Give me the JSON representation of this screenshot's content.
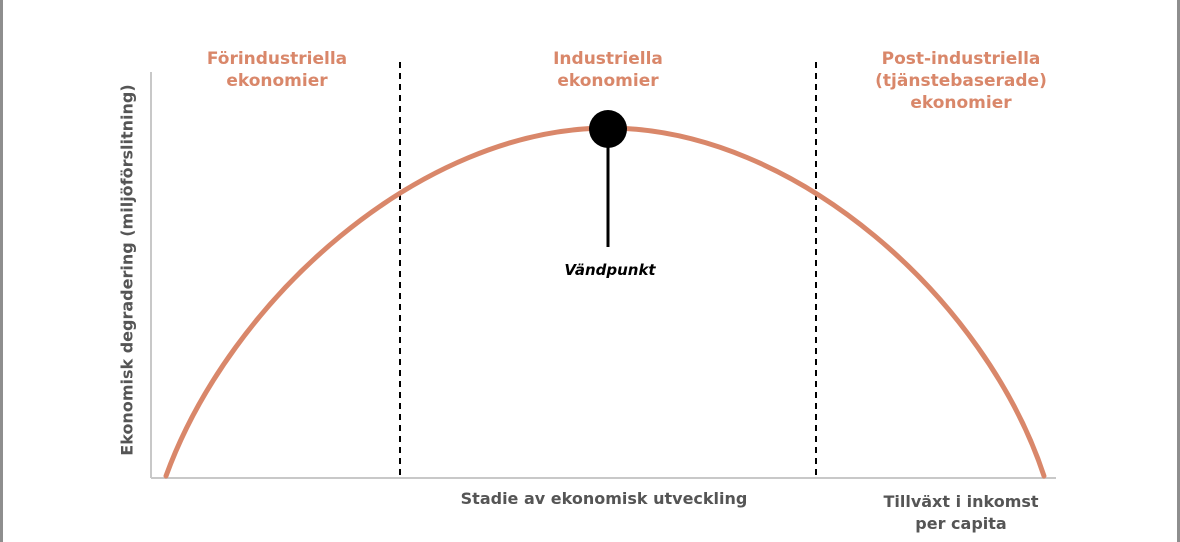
{
  "stages": [
    {
      "lines": [
        "Förindustriella",
        "ekonomier"
      ]
    },
    {
      "lines": [
        "Industriella",
        "ekonomier"
      ]
    },
    {
      "lines": [
        "Post-industriella",
        "(tjänstebaserade)",
        "ekonomier"
      ]
    }
  ],
  "axes": {
    "y_label": "Ekonomisk degradering (miljöförslitning)",
    "x_label": "Stadie av ekonomisk utveckling",
    "x_label_right": [
      "Tillväxt i inkomst",
      "per capita"
    ]
  },
  "turning_point": {
    "label": "Vändpunkt"
  },
  "colors": {
    "curve": "#d9876a",
    "stage_label": "#d9876a",
    "axis": "#c8c8c8",
    "axis_text": "#555555",
    "divider": "#000000",
    "marker": "#000000"
  }
}
